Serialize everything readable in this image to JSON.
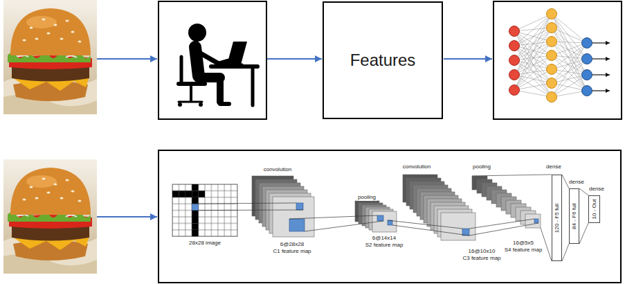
{
  "diagram": {
    "nodes": [
      {
        "text": [
          "Features"
        ]
      },
      {
        "text": [
          "120 - F5 full"
        ]
      },
      {
        "text": [
          "84 - F6 full"
        ]
      },
      {
        "text": [
          "10 - Out"
        ]
      }
    ],
    "edges": [
      {
        "from": 1,
        "to": 2,
        "arrow": "none"
      },
      {
        "from": 2,
        "to": 3,
        "arrow": "none"
      }
    ],
    "labels": [
      "convolution",
      "pooling",
      "convolution",
      "pooling",
      "dense",
      "dense",
      "dense",
      "28x28 image",
      "6@28x28",
      "C1 feature map",
      "6@14x14",
      "S2 feature map",
      "16@10x10",
      "C3 feature map",
      "16@5x5",
      "S4 feature map"
    ]
  }
}
